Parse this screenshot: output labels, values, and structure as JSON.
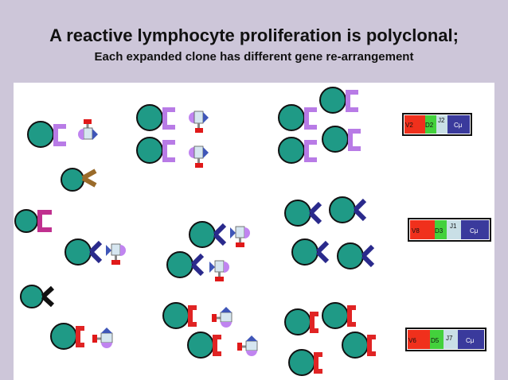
{
  "slide": {
    "title": "A reactive lymphocyte proliferation is polyclonal;",
    "subtitle": "Each expanded clone has different gene re-arrangement"
  },
  "colors": {
    "background": "#cdc6d9",
    "cell": "#1f9a86",
    "cell_outline": "#111111",
    "receptor_lilac": "#b87be6",
    "receptor_magenta": "#c0308f",
    "receptor_navy": "#2a2a8c",
    "receptor_red": "#e02424",
    "receptor_brown": "#9a6b2a",
    "receptor_black": "#111111",
    "antigen_purple": "#c084f0",
    "antigen_blue": "#3f56b8",
    "antigen_red": "#e01919",
    "antigen_grey": "#d6e6f0"
  },
  "gene_bars": [
    {
      "segments": [
        {
          "label": "V2",
          "color": "#f0301c"
        },
        {
          "label": "D2",
          "color": "#43d13c"
        },
        {
          "label": "J2",
          "color": "#c9dfe6"
        },
        {
          "label": "Cμ",
          "color": "#3a3a9c"
        }
      ]
    },
    {
      "segments": [
        {
          "label": "V8",
          "color": "#f0301c"
        },
        {
          "label": "D3",
          "color": "#43d13c"
        },
        {
          "label": "J1",
          "color": "#c9dfe6"
        },
        {
          "label": "Cμ",
          "color": "#3a3a9c"
        }
      ]
    },
    {
      "segments": [
        {
          "label": "V6",
          "color": "#f0301c"
        },
        {
          "label": "D5",
          "color": "#43d13c"
        },
        {
          "label": "J7",
          "color": "#c9dfe6"
        },
        {
          "label": "Cμ",
          "color": "#3a3a9c"
        }
      ]
    }
  ]
}
